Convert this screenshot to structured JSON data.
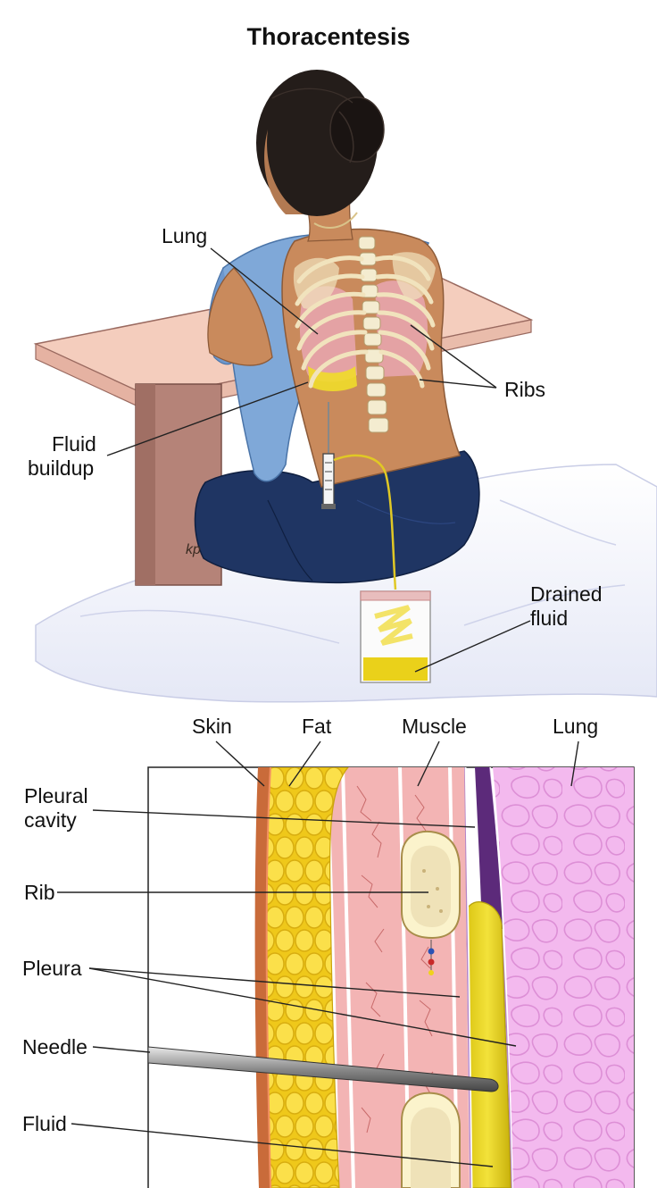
{
  "title": "Thoracentesis",
  "top_labels": {
    "lung": "Lung",
    "ribs": "Ribs",
    "fluid_buildup_1": "Fluid",
    "fluid_buildup_2": "buildup",
    "drained_fluid_1": "Drained",
    "drained_fluid_2": "fluid",
    "signature": "kp"
  },
  "bottom_labels": {
    "skin": "Skin",
    "fat": "Fat",
    "muscle": "Muscle",
    "lung": "Lung",
    "pleural_cavity_1": "Pleural",
    "pleural_cavity_2": "cavity",
    "rib": "Rib",
    "pleura": "Pleura",
    "needle": "Needle",
    "fluid": "Fluid"
  },
  "colors": {
    "skin_tone": "#c98a5c",
    "shirt": "#7fa8d8",
    "jeans": "#1f3563",
    "table": "#f3c9b8",
    "table_leg": "#b07e72",
    "bed": "#eef0fa",
    "fat": "#f5d321",
    "muscle": "#f3b4b4",
    "lung_tissue": "#f2b3ec",
    "fluid": "#e7d21a",
    "pleural_cavity": "#5c2a7a",
    "bone": "#f4ecd0"
  }
}
